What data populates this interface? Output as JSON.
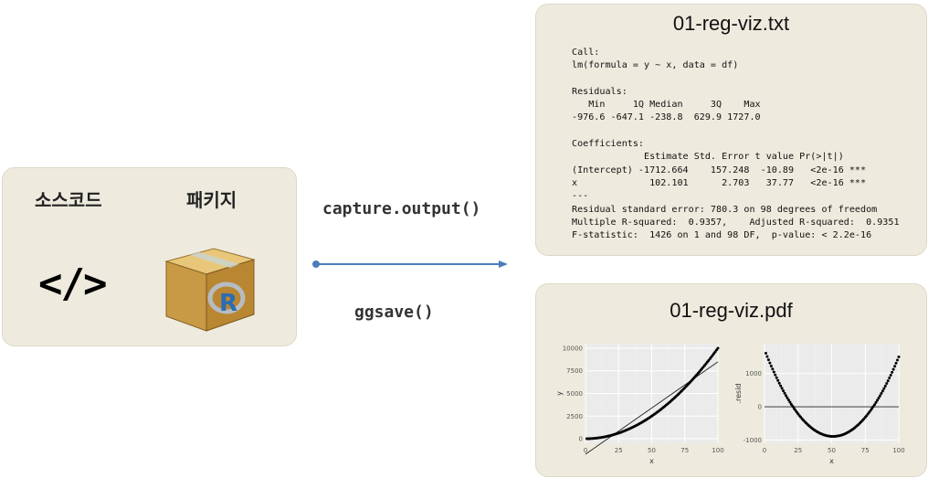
{
  "left_box": {
    "source_label": "소스코드",
    "package_label": "패키지",
    "code_icon": "</>",
    "package_icon": "r-package-box-icon"
  },
  "arrow": {
    "top_label": "capture.output()",
    "bottom_label": "ggsave()"
  },
  "txt_box": {
    "title": "01-reg-viz.txt",
    "lines": [
      "Call:",
      "lm(formula = y ~ x, data = df)",
      "",
      "Residuals:",
      "   Min     1Q Median     3Q    Max",
      "-976.6 -647.1 -238.8  629.9 1727.0",
      "",
      "Coefficients:",
      "             Estimate Std. Error t value Pr(>|t|)",
      "(Intercept) -1712.664    157.248  -10.89   <2e-16 ***",
      "x             102.101      2.703   37.77   <2e-16 ***",
      "---",
      "Residual standard error: 780.3 on 98 degrees of freedom",
      "Multiple R-squared:  0.9357,    Adjusted R-squared:  0.9351",
      "F-statistic:  1426 on 1 and 98 DF,  p-value: < 2.2e-16"
    ]
  },
  "pdf_box": {
    "title": "01-reg-viz.pdf"
  },
  "chart_data": [
    {
      "type": "scatter",
      "xlabel": "x",
      "ylabel": "y",
      "xlim": [
        0,
        100
      ],
      "ylim": [
        -500,
        10500
      ],
      "x_ticks": [
        "0",
        "25",
        "50",
        "75",
        "100"
      ],
      "y_ticks": [
        "0",
        "2500",
        "5000",
        "7500",
        "10000"
      ],
      "points_formula": "y = x^2 (x = 1..100)",
      "fit_line": {
        "intercept": -1712.664,
        "slope": 102.101
      },
      "grid": true,
      "background": "#ebebeb"
    },
    {
      "type": "scatter",
      "xlabel": "x",
      "ylabel": ".resid",
      "xlim": [
        0,
        100
      ],
      "ylim": [
        -1100,
        1900
      ],
      "x_ticks": [
        "0",
        "25",
        "50",
        "75",
        "100"
      ],
      "y_ticks": [
        "-1000",
        "0",
        "1000"
      ],
      "points_formula": "resid = x^2 - (-1712.664 + 102.101 x)",
      "hline": 0,
      "grid": true,
      "background": "#ebebeb"
    }
  ],
  "colors": {
    "panel": "#eeebde",
    "arrow": "#4a7ebb",
    "plot_bg": "#ebebeb"
  }
}
